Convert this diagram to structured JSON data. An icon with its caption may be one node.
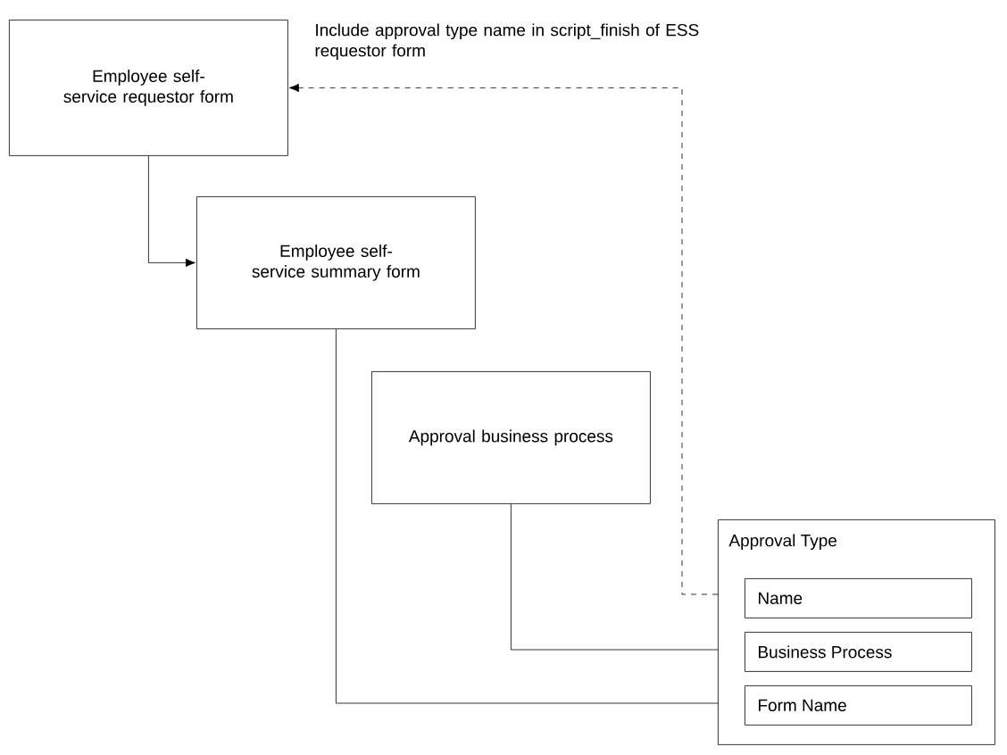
{
  "diagram": {
    "nodes": [
      {
        "text": [
          "Employee self-service requestor form"
        ]
      },
      {
        "text": [
          "Employee self-service summary form"
        ]
      },
      {
        "text": [
          "Approval business process"
        ]
      },
      {
        "text": [
          "Approval Type"
        ]
      },
      {
        "text": [
          "Name"
        ],
        "in": 3
      },
      {
        "text": [
          "Business Process"
        ],
        "in": 3
      },
      {
        "text": [
          "Form Name"
        ],
        "in": 3
      }
    ],
    "edges": [
      {
        "from": 0,
        "to": 1,
        "arrow": "to"
      },
      {
        "from": 3,
        "to": 0,
        "arrow": "to",
        "style": "dashed",
        "label": "Include approval type name in script_finish of ESS requestor form"
      },
      {
        "from": 2,
        "to": 3,
        "arrow": "none"
      },
      {
        "from": 1,
        "to": 3,
        "arrow": "none"
      }
    ]
  }
}
